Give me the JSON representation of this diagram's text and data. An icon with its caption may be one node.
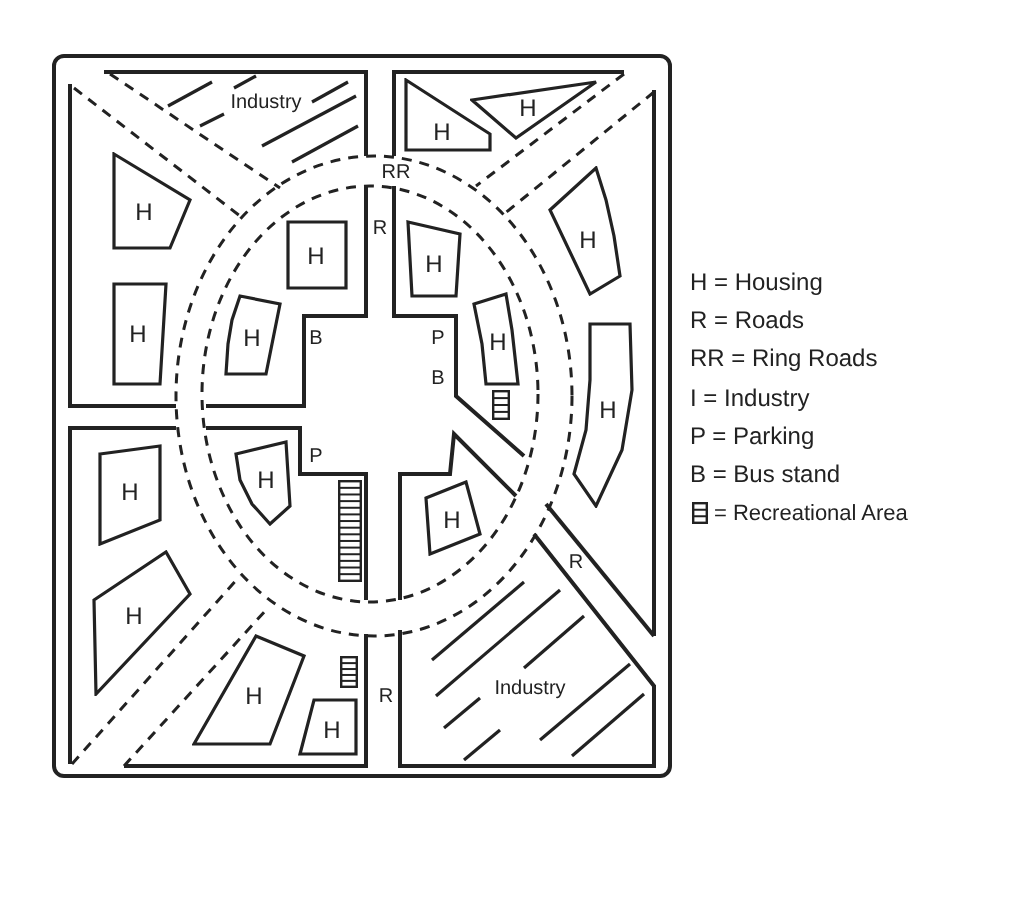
{
  "diagram": {
    "nodes": [
      {
        "text": [
          "H"
        ]
      },
      {
        "text": [
          "H"
        ]
      },
      {
        "text": [
          "H"
        ]
      },
      {
        "text": [
          "H"
        ]
      },
      {
        "text": [
          "H"
        ]
      },
      {
        "text": [
          "H"
        ]
      },
      {
        "text": [
          "H"
        ]
      },
      {
        "text": [
          "H"
        ]
      },
      {
        "text": [
          "H"
        ]
      },
      {
        "text": [
          "H"
        ]
      },
      {
        "text": [
          "H"
        ]
      },
      {
        "text": [
          "H"
        ]
      },
      {
        "text": [
          "H"
        ]
      },
      {
        "text": [
          "H"
        ]
      },
      {
        "text": [
          "H"
        ]
      },
      {
        "text": [
          "H"
        ]
      }
    ],
    "labels": [
      "Industry",
      "RR",
      "R",
      "B",
      "P",
      "B",
      "P",
      "R",
      "Industry",
      "R"
    ],
    "legend": [
      {
        "text": "H = Housing"
      },
      {
        "text": "R = Roads"
      },
      {
        "text": "RR = Ring Roads"
      },
      {
        "text": "I = Industry"
      },
      {
        "text": "P = Parking"
      },
      {
        "text": "B = Bus stand"
      },
      {
        "text": "= Recreational Area"
      }
    ]
  }
}
